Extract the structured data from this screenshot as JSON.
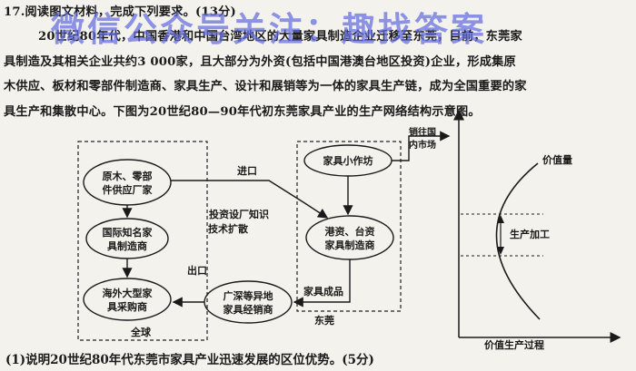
{
  "text": {
    "line1": "17.阅读图文材料，完成下列要求。(13分)",
    "line2": "20世纪80年代，中国香港和中国台湾地区的大量家具制造企业迁移至东莞，目前，东莞家",
    "line3": "具制造及其相关企业共约3 000家，且大部分为外资(包括中国港澳台地区投资)企业，形成集原",
    "line4": "木供应、板材和零部件制造商、家具生产、设计和展销等为一体的家具生产链，成为全国重要的家",
    "line5": "具生产和集散中心。下图为20世纪80—90年代初东莞家具产业的生产网络结构示意图。",
    "question1": "(1)说明20世纪80年代东莞市家具产业迅速发展的区位优势。(5分)"
  },
  "watermark": "微信公众号关注：趣找答案",
  "diagram": {
    "nodes": {
      "raw": [
        "原木、零部",
        "件供应厂家"
      ],
      "intl": [
        "国际知名家",
        "具制造商"
      ],
      "buyer": [
        "海外大型家",
        "具采购商"
      ],
      "small": "家具小作坊",
      "hktw": [
        "港资、台资",
        "家具制造商"
      ],
      "dealer": [
        "广深等异地",
        "家具经销商"
      ]
    },
    "labels": {
      "import": "进口",
      "export": "出口",
      "invest": [
        "投资设厂知识",
        "技术扩散"
      ],
      "products": "家具成品",
      "global": "全球",
      "dongguan": "东莞",
      "domestic": [
        "销往国",
        "内市场"
      ],
      "value": "价值量",
      "production": "生产加工",
      "process": "价值生产过程"
    }
  }
}
